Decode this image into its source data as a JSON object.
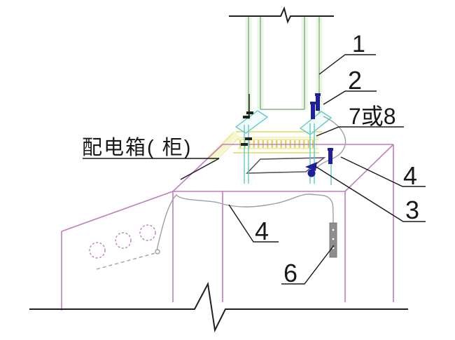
{
  "drawing": {
    "panel_label": "配电箱( 柜)",
    "callouts": [
      {
        "id": "c1",
        "label": "1"
      },
      {
        "id": "c2",
        "label": "2"
      },
      {
        "id": "c7or8",
        "label": "7或8"
      },
      {
        "id": "c4_right",
        "label": "4"
      },
      {
        "id": "c3",
        "label": "3"
      },
      {
        "id": "c4_mid",
        "label": "4"
      },
      {
        "id": "c6",
        "label": "6"
      }
    ],
    "colors": {
      "background": "#ffffff",
      "line_black": "#1f1f1f",
      "conduit_green": "#86b586",
      "conduit_glow": "#e9f4e0",
      "fitting_cyan": "#5fc9c9",
      "slab_yellow": "#e2dc55",
      "slab_hatch_yellow": "#d6cf45",
      "slab_pale_yellow": "#f6f3c2",
      "cabinet_purple": "#bf7fbf",
      "opening_dark": "#5f4f5f",
      "wire_gray": "#9f9f9f",
      "strip_gray": "#8d8d8d",
      "bolt_blue": "#1f1f9e"
    }
  }
}
